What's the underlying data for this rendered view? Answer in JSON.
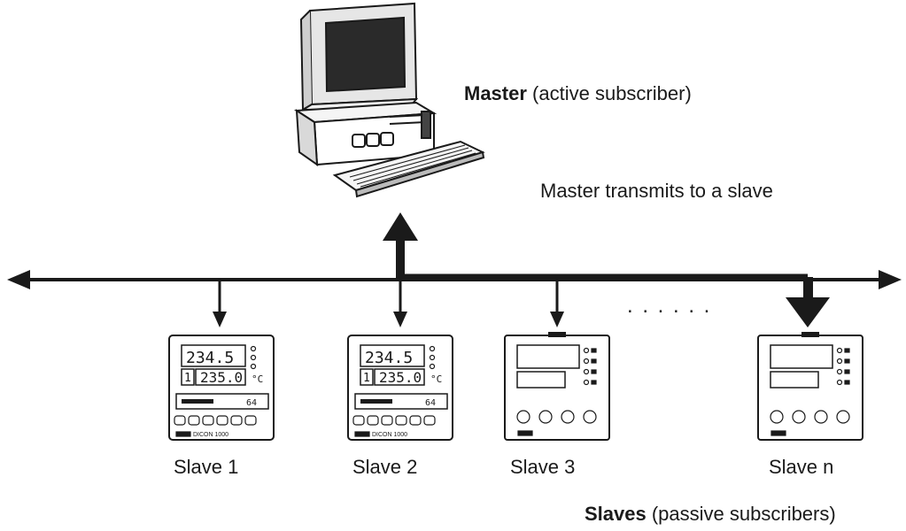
{
  "colors": {
    "ink": "#1a1a1a",
    "panel": "#ffffff",
    "shade": "#d8d8d8"
  },
  "master": {
    "name": "Master",
    "role": "(active subscriber)"
  },
  "transmit_note": "Master transmits to a slave",
  "ellipsis": ". . . . . .",
  "slaves": [
    {
      "label": "Slave 1",
      "device": "dicon",
      "display_top": "234.5",
      "display_bottom": "235.0",
      "channel": "1",
      "unit": "°C",
      "bar_value": "64",
      "brand": "DICON 1000"
    },
    {
      "label": "Slave 2",
      "device": "dicon",
      "display_top": "234.5",
      "display_bottom": "235.0",
      "channel": "1",
      "unit": "°C",
      "bar_value": "64",
      "brand": "DICON 1000"
    },
    {
      "label": "Slave 3",
      "device": "blank-controller"
    },
    {
      "label": "Slave n",
      "device": "blank-controller"
    }
  ],
  "slaves_caption": {
    "name": "Slaves",
    "role": "(passive subscribers)"
  }
}
